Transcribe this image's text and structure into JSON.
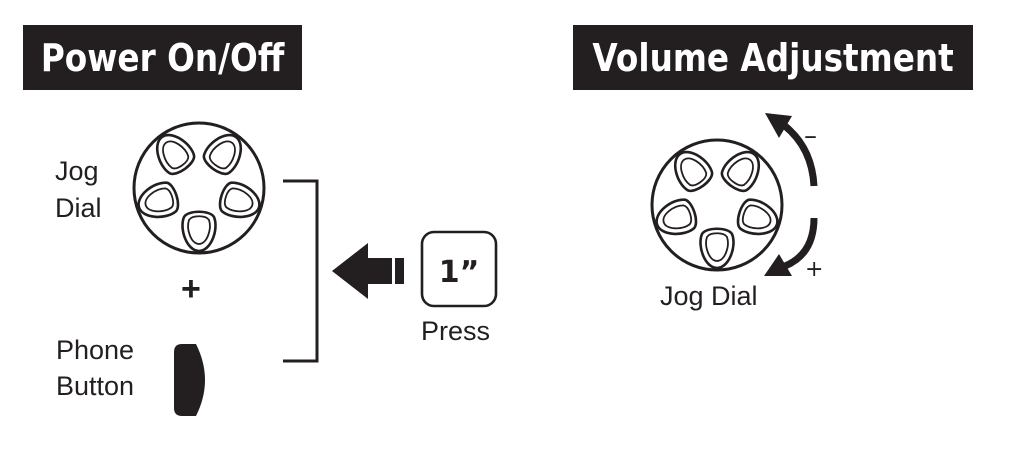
{
  "power": {
    "title": "Power On/Off",
    "jog_label_line1": "Jog",
    "jog_label_line2": "Dial",
    "plus_sign": "+",
    "phone_label_line1": "Phone",
    "phone_label_line2": "Button",
    "press_duration": "1”",
    "press_label": "Press"
  },
  "volume": {
    "title": "Volume Adjustment",
    "minus_sign": "–",
    "plus_sign": "+",
    "jog_label": "Jog Dial"
  },
  "colors": {
    "ink": "#231f20",
    "background": "#ffffff"
  }
}
